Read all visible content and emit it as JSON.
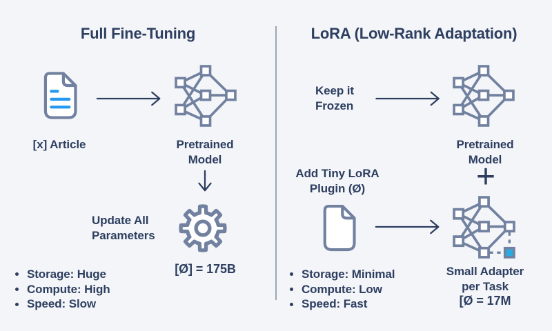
{
  "colors": {
    "background": "#f3f5f9",
    "navy_text": "#2d3e5f",
    "slate_icon": "#71819f",
    "doc_line_blue": "#2499ef",
    "adapter_cyan": "#29abe2",
    "divider_gray": "#9ba4b5",
    "node_fill": "#ffffff"
  },
  "left_panel": {
    "title": "Full Fine-Tuning",
    "article_label": "[x] Article",
    "pretrained_label": "Pretrained Model",
    "update_label": "Update All Parameters",
    "params_value": "[Ø] = 175B",
    "bullets": [
      "Storage: Huge",
      "Compute: High",
      "Speed: Slow"
    ]
  },
  "right_panel": {
    "title": "LoRA (Low-Rank Adaptation)",
    "frozen_label": "Keep it Frozen",
    "pretrained_label": "Pretrained Model",
    "plus_symbol": "+",
    "plugin_label": "Add Tiny LoRA Plugin (Ø)",
    "adapter_label": "Small Adapter per Task",
    "adapter_value": "[Ø = 17M",
    "bullets": [
      "Storage: Minimal",
      "Compute: Low",
      "Speed: Fast"
    ]
  },
  "icons": {
    "article_document": "document-icon",
    "plugin_document": "document-icon",
    "pretrained_network": "neural-network-icon",
    "gear": "gear-icon",
    "adapter_node": "adapter-node-icon",
    "arrow_right": "arrow-right-icon",
    "arrow_down": "arrow-down-icon",
    "plus": "plus-icon"
  }
}
